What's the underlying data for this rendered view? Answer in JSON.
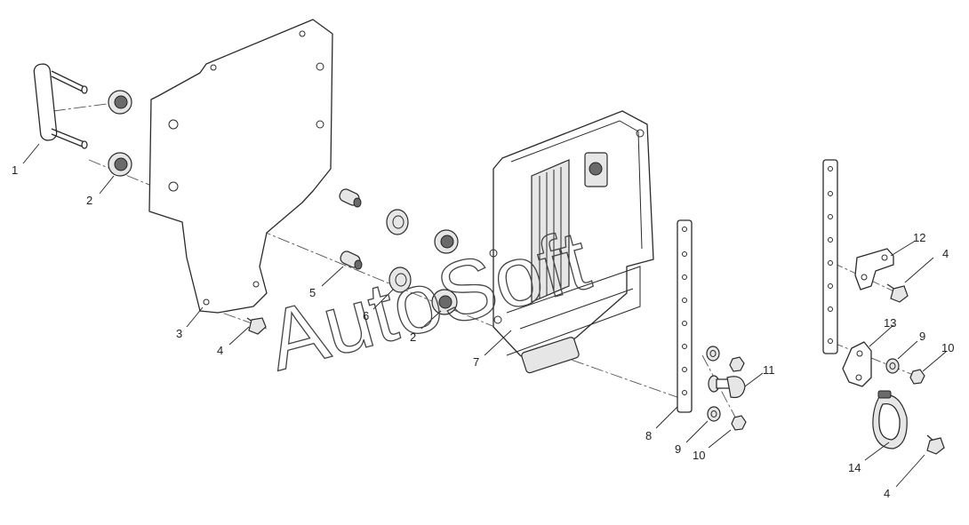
{
  "watermark": "AutoSoft",
  "callouts": [
    {
      "id": "c1",
      "label": "1"
    },
    {
      "id": "c2a",
      "label": "2"
    },
    {
      "id": "c2b",
      "label": "2"
    },
    {
      "id": "c3",
      "label": "3"
    },
    {
      "id": "c4a",
      "label": "4"
    },
    {
      "id": "c4b",
      "label": "4"
    },
    {
      "id": "c4c",
      "label": "4"
    },
    {
      "id": "c5",
      "label": "5"
    },
    {
      "id": "c6",
      "label": "6"
    },
    {
      "id": "c7",
      "label": "7"
    },
    {
      "id": "c8",
      "label": "8"
    },
    {
      "id": "c9a",
      "label": "9"
    },
    {
      "id": "c9b",
      "label": "9"
    },
    {
      "id": "c10a",
      "label": "10"
    },
    {
      "id": "c10b",
      "label": "10"
    },
    {
      "id": "c11",
      "label": "11"
    },
    {
      "id": "c12",
      "label": "12"
    },
    {
      "id": "c13",
      "label": "13"
    },
    {
      "id": "c14",
      "label": "14"
    }
  ]
}
